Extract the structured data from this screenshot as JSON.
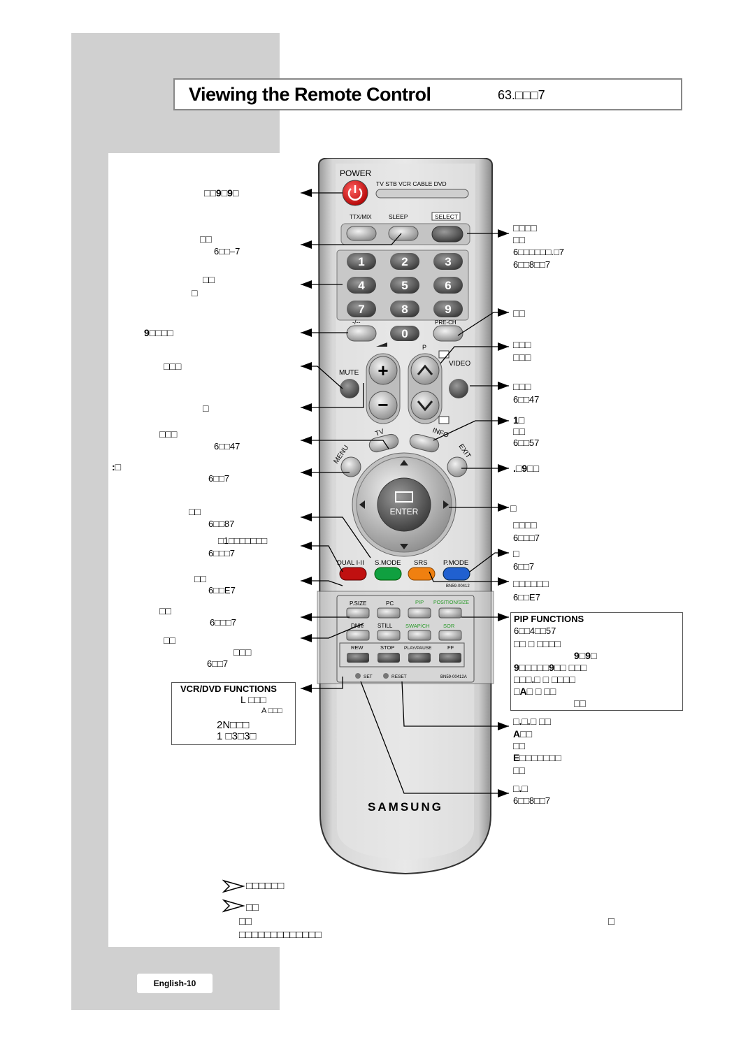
{
  "page": {
    "title": "Viewing the Remote Control",
    "title_suffix": "63.□□□7",
    "footer": "English-10"
  },
  "remote": {
    "brand": "SAMSUNG",
    "power_label": "POWER",
    "modes": [
      "TV",
      "STB",
      "VCR",
      "CABLE",
      "DVD"
    ],
    "ttx_label": "TTX/MIX",
    "sleep_label": "SLEEP",
    "select_label": "SELECT",
    "digits": [
      "1",
      "2",
      "3",
      "4",
      "5",
      "6",
      "7",
      "8",
      "9",
      "0"
    ],
    "dash_label": "-/--",
    "prech_label": "PRE-CH",
    "p_label": "P",
    "mute_label": "MUTE",
    "video_label": "VIDEO",
    "tv_label": "TV",
    "info_label": "INFO",
    "menu_label": "MENU",
    "exit_label": "EXIT",
    "enter_label": "ENTER",
    "dual_label": "DUAL I-II",
    "smode_label": "S.MODE",
    "srs_label": "SRS",
    "pmode_label": "P.MODE",
    "model1": "BN59-00412",
    "psize_label": "P.SIZE",
    "pc_label": "PC",
    "pip_label": "PIP",
    "position_label": "POSITION/SIZE",
    "dnie_label": "DNIe",
    "still_label": "STILL",
    "swap_label": "SWAP/CH",
    "sor_label": "SOR",
    "rew_label": "REW",
    "stop_label": "STOP",
    "playpause_label": "PLAY/PAUSE",
    "ff_label": "FF",
    "set_label": "SET",
    "reset_label": "RESET",
    "model2": "BN59-00412A"
  },
  "left_labels": [
    "□□9□9□",
    "□□",
    "6□□–7",
    "□□",
    "□",
    "9□□□□",
    "□□□",
    "□",
    "□□□",
    "6□□47",
    ":□",
    "6□□7",
    "□□",
    "6□□87",
    "□1□□□□□□□",
    "6□□□7",
    "□□",
    "6□□E7",
    "□□",
    "6□□□7",
    "□□",
    "□□□",
    "6□□7"
  ],
  "right_labels": [
    "□□□□",
    "□□",
    "6□□□□□□.□7",
    "6□□8□□7",
    "□□",
    "□□□",
    "□□□",
    "□□□",
    "6□□47",
    "1□",
    "□□",
    "6□□57",
    ".□9□□",
    "□",
    "□□□□",
    "6□□□7",
    "□",
    "6□□7",
    "□□□□□□",
    "6□□E7",
    "□.□.□ □□",
    "A□□",
    "□□",
    "E□□□□□□□",
    "□□",
    "□.□",
    "6□□8□□7"
  ],
  "vcr_box": {
    "title": "VCR/DVD FUNCTIONS",
    "lines": [
      "L □□□",
      "A □□□",
      "2N□□□",
      "1 □3□3□"
    ]
  },
  "pip_box": {
    "title": "PIP FUNCTIONS",
    "lines": [
      "6□□4□□57",
      "□□     □ □□□□",
      "9□9□",
      "9□□□□□9□□ □□□",
      "□□□.□     □ □□□□",
      "□A□     □ □□",
      "□□"
    ]
  },
  "notes": [
    "□□□□□□",
    "□□",
    "□□",
    "□□□□□□□□□□□□□",
    "□"
  ]
}
